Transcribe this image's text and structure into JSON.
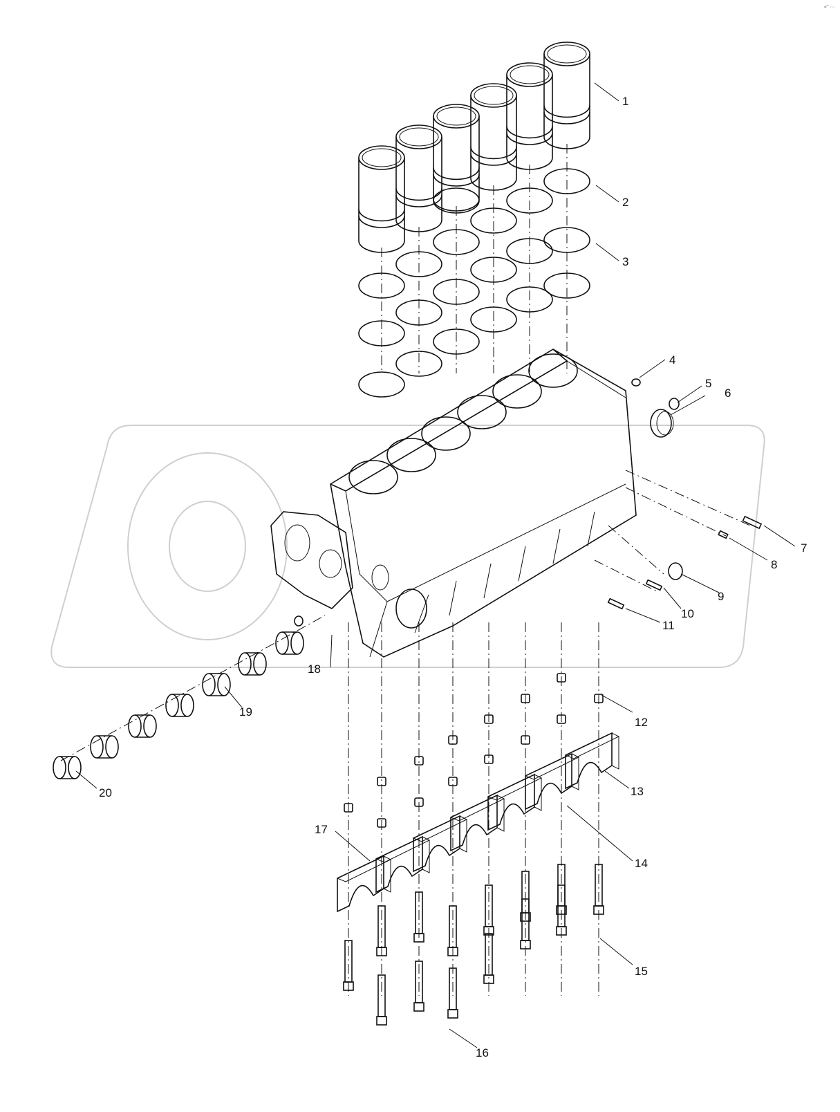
{
  "diagram": {
    "corner_mark": "«° ···",
    "callouts": [
      {
        "label": "1"
      },
      {
        "label": "2"
      },
      {
        "label": "3"
      },
      {
        "label": "4"
      },
      {
        "label": "5"
      },
      {
        "label": "6"
      },
      {
        "label": "7"
      },
      {
        "label": "8"
      },
      {
        "label": "9"
      },
      {
        "label": "10"
      },
      {
        "label": "11"
      },
      {
        "label": "12"
      },
      {
        "label": "13"
      },
      {
        "label": "14"
      },
      {
        "label": "15"
      },
      {
        "label": "16"
      },
      {
        "label": "17"
      },
      {
        "label": "18"
      },
      {
        "label": "19"
      },
      {
        "label": "20"
      }
    ]
  }
}
